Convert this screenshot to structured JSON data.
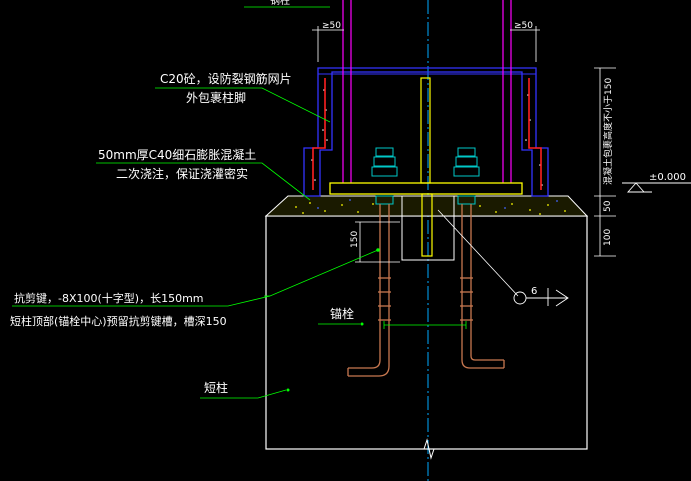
{
  "colors": {
    "background": "#000000",
    "outline": "#ffffff",
    "leader": "#00ff00",
    "steel_column": "#ff00ff",
    "encasement": "#3333ff",
    "concrete": "#ffff00",
    "anchor_bolt": "#c87850",
    "rebar": "#ff2020",
    "nut": "#00c8c8",
    "axis": "#00aaff"
  },
  "labels": {
    "column_top": "钢柱",
    "encasement_line1": "C20砼，设防裂钢筋网片",
    "encasement_line2": "外包裹柱脚",
    "grout_line1": "50mm厚C40细石膨胀混凝土",
    "grout_line2": "二次浇注，保证浇灌密实",
    "shear_key_line1": "抗剪键，-8X100(十字型)，长150mm",
    "shear_key_line2": "短柱顶部(锚栓中心)预留抗剪键槽，槽深150",
    "anchor_bolt": "锚栓",
    "short_column": "短柱",
    "vertical_dim_text": "混凝土包裹高度不小于150",
    "elevation": "±0.000",
    "section_mark": "6"
  },
  "dimensions": {
    "cover_left": "≥50",
    "cover_right": "≥50",
    "grout_height": "50",
    "short_column_embed": "100",
    "shear_key_depth": "150"
  },
  "icons": {
    "elevation_marker": "elevation-triangle-icon",
    "section_marker": "section-circle-icon",
    "break_line": "break-line-icon"
  }
}
